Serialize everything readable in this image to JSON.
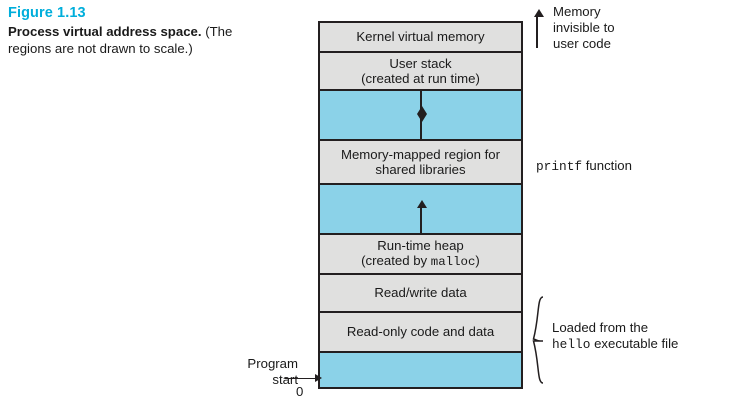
{
  "caption": {
    "figure_number": "Figure 1.13",
    "title": "Process virtual address space.",
    "note": " (The regions are not drawn to scale.)"
  },
  "diagram": {
    "blocks": [
      {
        "id": "kernel-virtual-memory",
        "label": "Kernel virtual memory",
        "sublabel": "",
        "fill": "gray"
      },
      {
        "id": "user-stack",
        "label": "User stack",
        "sublabel": "(created at run time)",
        "fill": "gray"
      },
      {
        "id": "stack-growth-gap",
        "label": "",
        "sublabel": "",
        "fill": "blue"
      },
      {
        "id": "memory-mapped-region",
        "label": "Memory-mapped region for",
        "sublabel": "shared libraries",
        "fill": "gray"
      },
      {
        "id": "heap-growth-gap",
        "label": "",
        "sublabel": "",
        "fill": "blue"
      },
      {
        "id": "run-time-heap",
        "label": "Run-time heap",
        "sublabel_pre": "(created by ",
        "sublabel_mono": "malloc",
        "sublabel_post": ")",
        "fill": "gray"
      },
      {
        "id": "read-write-data",
        "label": "Read/write data",
        "sublabel": "",
        "fill": "gray"
      },
      {
        "id": "read-only-code-and-data",
        "label": "Read-only code and data",
        "sublabel": "",
        "fill": "gray"
      },
      {
        "id": "unused-low-memory",
        "label": "",
        "sublabel": "",
        "fill": "blue"
      }
    ]
  },
  "annotations": {
    "kernel_note": "Memory\ninvisible to\nuser code",
    "printf_mono": "printf",
    "printf_rest": " function",
    "loaded_line1": "Loaded from the",
    "loaded_mono": "hello",
    "loaded_rest": " executable file",
    "program_start": "Program\nstart",
    "zero_address": "0"
  },
  "colors": {
    "figure_number": "#00AEDB",
    "block_gray": "#E0E0DF",
    "block_blue": "#8BD2E8",
    "stroke": "#231f20"
  }
}
